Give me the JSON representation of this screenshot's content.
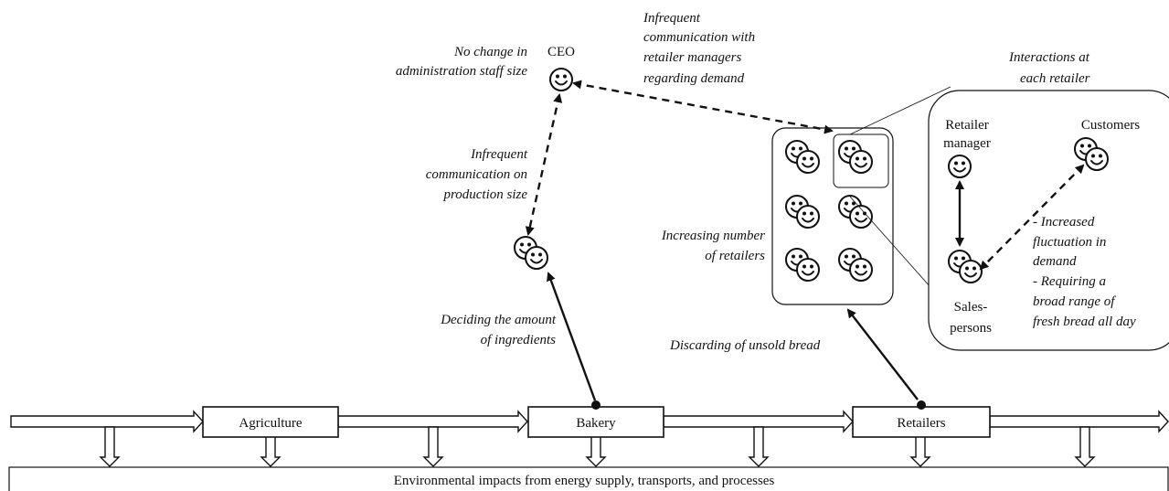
{
  "roles": {
    "ceo": "CEO",
    "retailer_manager_line1": "Retailer",
    "retailer_manager_line2": "manager",
    "customers": "Customers",
    "salespersons_line1": "Sales-",
    "salespersons_line2": "persons"
  },
  "chain": {
    "agriculture": "Agriculture",
    "bakery": "Bakery",
    "retailers": "Retailers"
  },
  "bottom_bar": "Environmental impacts from energy supply, transports, and processes",
  "annotations": {
    "admin_staff": [
      "No change in",
      "administration staff size"
    ],
    "ceo_retailer_comm": [
      "Infrequent",
      "communication with",
      "retailer managers",
      "regarding demand"
    ],
    "interactions": [
      "Interactions at",
      "each retailer"
    ],
    "production_comm": [
      "Infrequent",
      "communication on",
      "production size"
    ],
    "increasing_retailers": [
      "Increasing number",
      "of retailers"
    ],
    "ingredients": [
      "Deciding the amount",
      "of ingredients"
    ],
    "discarding": "Discarding of unsold bread",
    "fluctuation": [
      "- Increased",
      "fluctuation in",
      "demand",
      "- Requiring a",
      "broad range of",
      "fresh bread all day"
    ]
  }
}
